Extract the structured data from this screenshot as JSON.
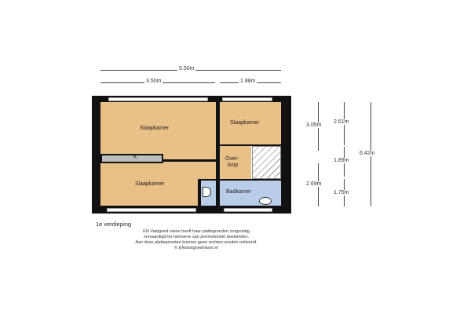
{
  "floor_label": "1e verdieping",
  "rooms": {
    "bedroom_top_left": "Slaapkamer",
    "bedroom_top_right": "Slaapkamer",
    "bedroom_bottom_left": "Slaapkamer",
    "closet": "K",
    "landing_line1": "Over-",
    "landing_line2": "loop",
    "bathroom": "Badkamer"
  },
  "dimensions": {
    "total_width": "5.50m",
    "left_width": "3.50m",
    "right_width": "1.88m",
    "left_top_height": "3.05m",
    "left_bottom_height": "2.69m",
    "right_top_height": "2.61m",
    "right_mid_height": "1.89m",
    "right_bottom_height": "1.75m",
    "total_height": "6.42m"
  },
  "disclaimer": [
    "EN Vastgoed vision heeft haar plattegronden zorgvuldig",
    "vervaardigd ten behoeve van promotionele doeleinden.",
    "Aan deze plattegronden kunnen geen rechten worden ontleend.",
    "© ENvastgoedvision.nl"
  ],
  "colors": {
    "room": "#e9c088",
    "bathroom": "#b9cde8",
    "closet": "#bdbdbd",
    "wall": "#111111"
  }
}
